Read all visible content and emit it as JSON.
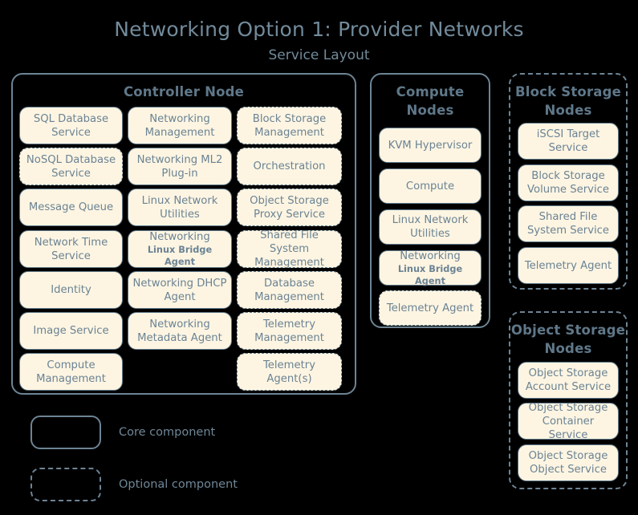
{
  "header": {
    "title": "Networking Option 1: Provider Networks",
    "subtitle": "Service Layout"
  },
  "groups": {
    "controller": {
      "title": "Controller Node",
      "style": "solid",
      "columns": [
        [
          {
            "label": "SQL Database Service",
            "style": "solid"
          },
          {
            "label": "NoSQL Database Service",
            "style": "dashed"
          },
          {
            "label": "Message Queue",
            "style": "solid"
          },
          {
            "label": "Network Time Service",
            "style": "solid"
          },
          {
            "label": "Identity",
            "style": "solid"
          },
          {
            "label": "Image Service",
            "style": "solid"
          },
          {
            "label": "Compute Management",
            "style": "solid"
          }
        ],
        [
          {
            "label": "Networking Management",
            "style": "solid"
          },
          {
            "label": "Networking ML2 Plug-in",
            "style": "solid"
          },
          {
            "label": "Linux Network Utilities",
            "style": "solid"
          },
          {
            "label": "Networking",
            "sub": "Linux Bridge Agent",
            "style": "solid"
          },
          {
            "label": "Networking DHCP Agent",
            "style": "solid"
          },
          {
            "label": "Networking Metadata Agent",
            "style": "solid"
          }
        ],
        [
          {
            "label": "Block Storage Management",
            "style": "dashed"
          },
          {
            "label": "Orchestration",
            "style": "dashed"
          },
          {
            "label": "Object Storage Proxy Service",
            "style": "dashed"
          },
          {
            "label": "Shared File System Management",
            "style": "dashed"
          },
          {
            "label": "Database Management",
            "style": "dashed"
          },
          {
            "label": "Telemetry Management",
            "style": "dashed"
          },
          {
            "label": "Telemetry Agent(s)",
            "style": "dashed"
          }
        ]
      ]
    },
    "compute": {
      "title": "Compute Nodes",
      "style": "solid",
      "items": [
        {
          "label": "KVM Hypervisor",
          "style": "solid"
        },
        {
          "label": "Compute",
          "style": "solid"
        },
        {
          "label": "Linux Network Utilities",
          "style": "solid"
        },
        {
          "label": "Networking",
          "sub": "Linux Bridge Agent",
          "style": "solid"
        },
        {
          "label": "Telemetry Agent",
          "style": "dashed"
        }
      ]
    },
    "block_storage": {
      "title": "Block Storage Nodes",
      "style": "dashed",
      "items": [
        {
          "label": "iSCSI Target Service",
          "style": "solid"
        },
        {
          "label": "Block Storage Volume Service",
          "style": "solid"
        },
        {
          "label": "Shared File System Service",
          "style": "solid"
        },
        {
          "label": "Telemetry Agent",
          "style": "solid"
        }
      ]
    },
    "object_storage": {
      "title": "Object Storage Nodes",
      "style": "dashed",
      "items": [
        {
          "label": "Object Storage Account Service",
          "style": "solid"
        },
        {
          "label": "Object Storage Container Service",
          "style": "solid"
        },
        {
          "label": "Object Storage Object Service",
          "style": "solid"
        }
      ]
    }
  },
  "legend": [
    {
      "label": "Core component",
      "style": "solid"
    },
    {
      "label": "Optional component",
      "style": "dashed"
    }
  ],
  "colors": {
    "background": "#000000",
    "box_fill": "#fdf5e2",
    "border": "#5f7889",
    "text": "#6b8394",
    "title": "#728b9b"
  }
}
